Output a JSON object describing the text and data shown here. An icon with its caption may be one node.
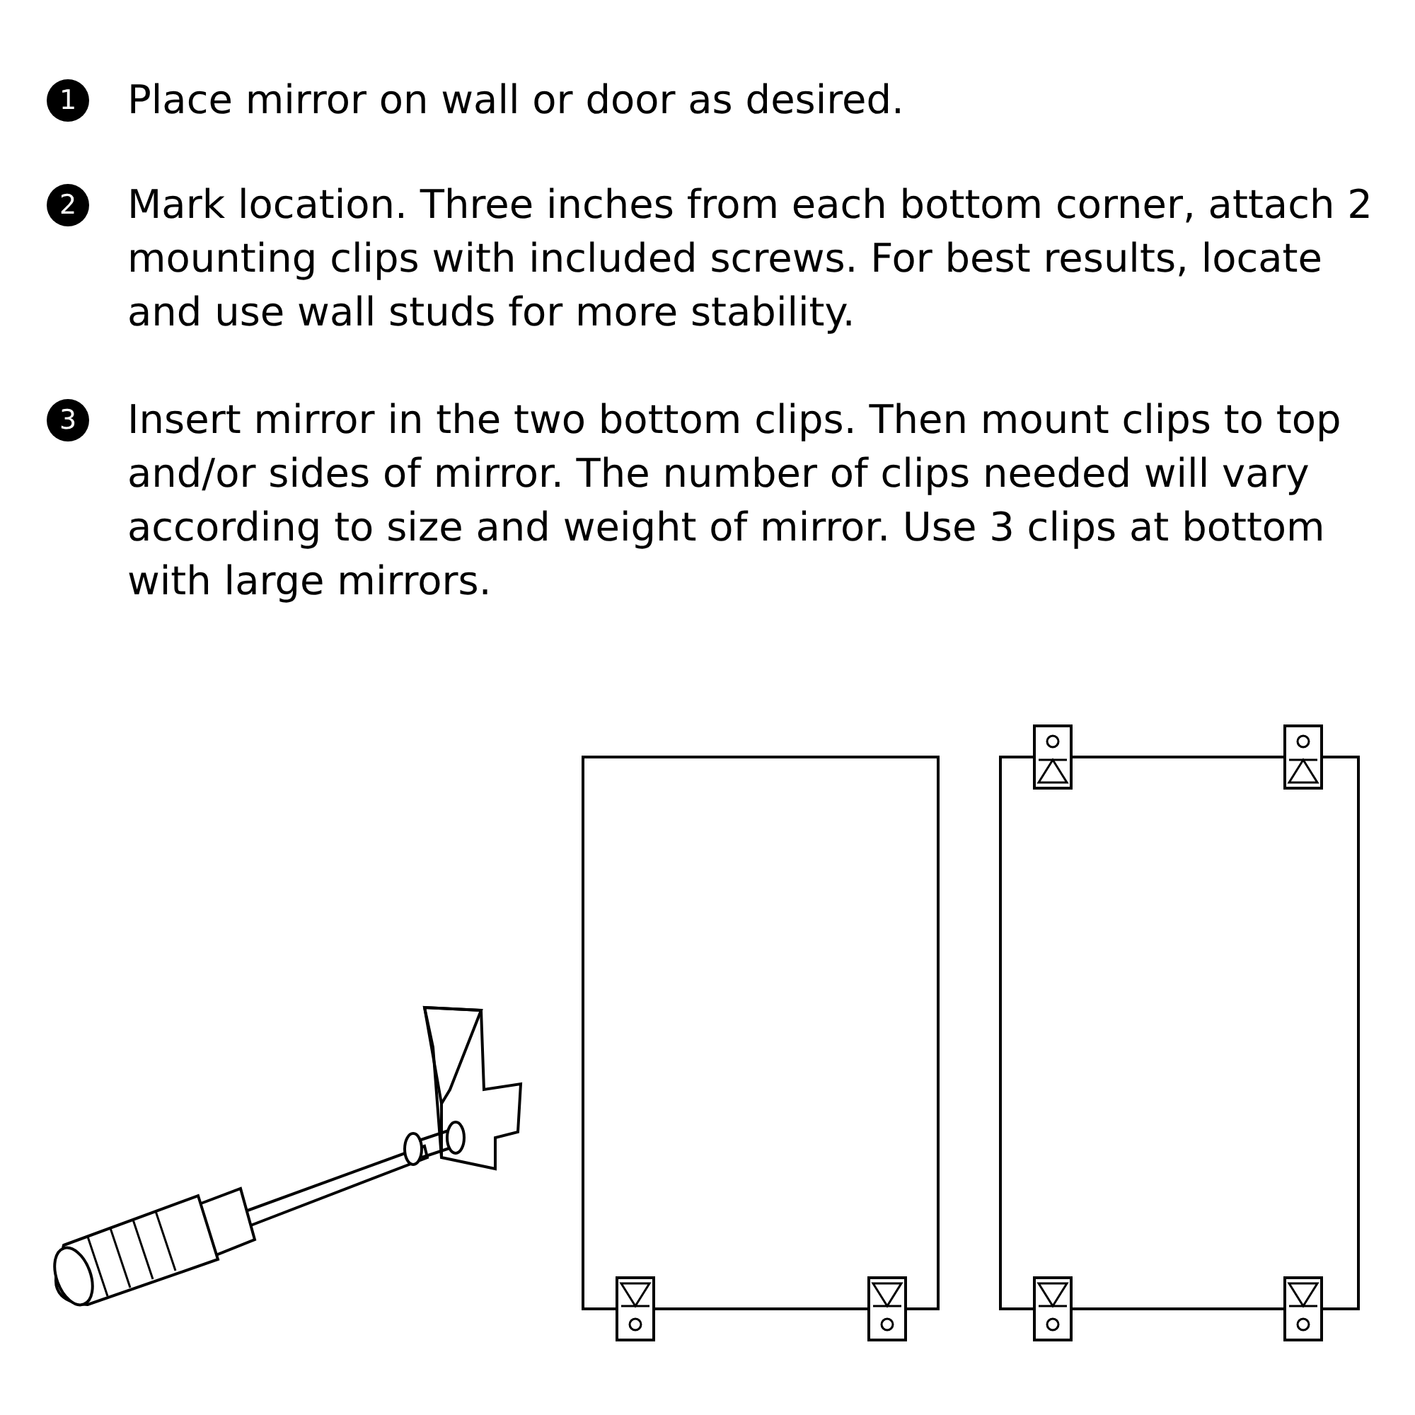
{
  "diagram": {
    "nodes": [
      {
        "text": [
          "1"
        ],
        "beside": [
          "Place mirror on wall or door as desired."
        ]
      },
      {
        "text": [
          "2"
        ],
        "beside": [
          "Mark location. Three inches from each bottom corner, attach 2 mounting clips with included screws. For best results, locate and use wall studs for more stability."
        ]
      },
      {
        "text": [
          "3"
        ],
        "beside": [
          "Insert mirror in the two bottom clips. Then mount clips to top and/or sides of mirror. The number of clips needed will vary according to size and weight of mirror. Use 3 clips at bottom with large mirrors."
        ]
      }
    ]
  }
}
